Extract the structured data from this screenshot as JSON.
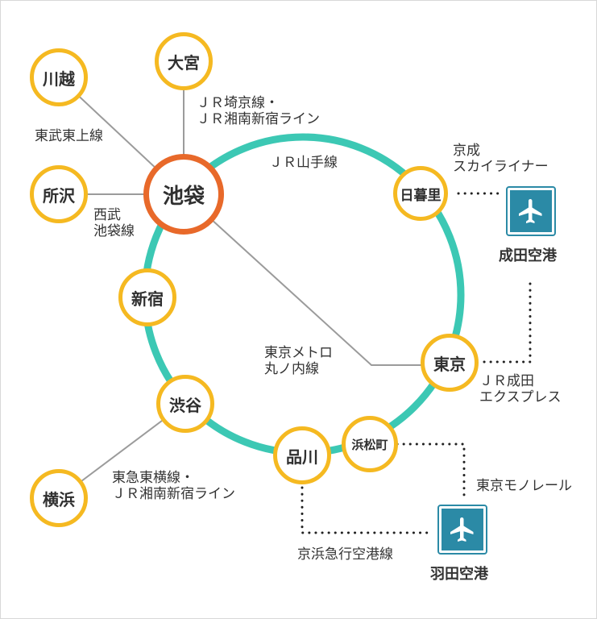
{
  "colors": {
    "ring": "#3cc8b4",
    "station_border": "#f5b921",
    "hub_border": "#e8692a",
    "line": "#9b9b9b",
    "dotted": "#222222",
    "airport": "#2b8aa6"
  },
  "stations": {
    "ikebukuro": "池袋",
    "omiya": "大宮",
    "kawagoe": "川越",
    "tokorozawa": "所沢",
    "shinjuku": "新宿",
    "shibuya": "渋谷",
    "yokohama": "横浜",
    "shinagawa": "品川",
    "hamamatsucho": "浜松町",
    "tokyo": "東京",
    "nippori": "日暮里"
  },
  "lines": {
    "saikyo": [
      "ＪＲ埼京線・",
      "ＪＲ湘南新宿ライン"
    ],
    "tobu_tojo": "東武東上線",
    "seibu_ikebukuro": [
      "西武",
      "池袋線"
    ],
    "yamanote": "ＪＲ山手線",
    "keisei_skyliner": [
      "京成",
      "スカイライナー"
    ],
    "marunouchi": [
      "東京メトロ",
      "丸ノ内線"
    ],
    "narita_express": [
      "ＪＲ成田",
      "エクスプレス"
    ],
    "tokyu_toyoko": [
      "東急東横線・",
      "ＪＲ湘南新宿ライン"
    ],
    "monorail": "東京モノレール",
    "keikyu_airport": "京浜急行空港線"
  },
  "airports": {
    "narita": {
      "name": "成田空港",
      "icon": "airplane-icon"
    },
    "haneda": {
      "name": "羽田空港",
      "icon": "airplane-icon"
    }
  }
}
